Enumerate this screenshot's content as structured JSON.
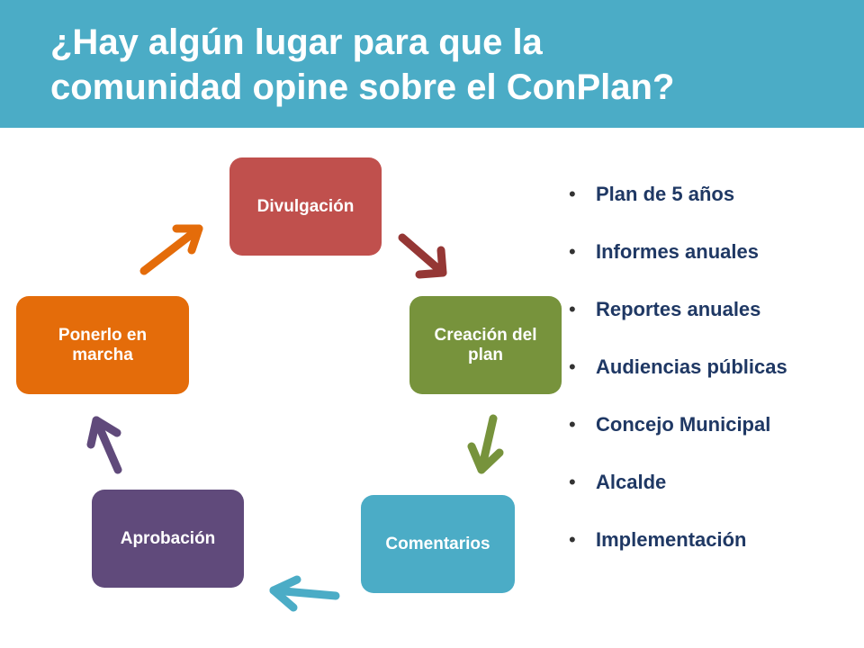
{
  "slide": {
    "title_line1": "¿Hay algún lugar para que la",
    "title_line2": "comunidad opine sobre el ConPlan?"
  },
  "cycle": {
    "nodes": [
      {
        "label": "Divulgación",
        "color": "#c0504d"
      },
      {
        "label": "Creación del plan",
        "color": "#77933c"
      },
      {
        "label": "Comentarios",
        "color": "#4bacc6"
      },
      {
        "label": "Aprobación",
        "color": "#604a7b"
      },
      {
        "label": "Ponerlo en marcha",
        "color": "#e46c0a"
      }
    ],
    "arrow_colors": [
      "#953735",
      "#77933c",
      "#4bacc6",
      "#604a7b",
      "#e46c0a"
    ]
  },
  "bullets": {
    "marker": "•",
    "items": [
      "Plan de 5 años",
      "Informes anuales",
      "Reportes anuales",
      "Audiencias públicas",
      "Concejo Municipal",
      "Alcalde",
      "Implementación"
    ]
  },
  "colors": {
    "header_bg": "#4bacc6",
    "bullet_text": "#1f3864"
  }
}
